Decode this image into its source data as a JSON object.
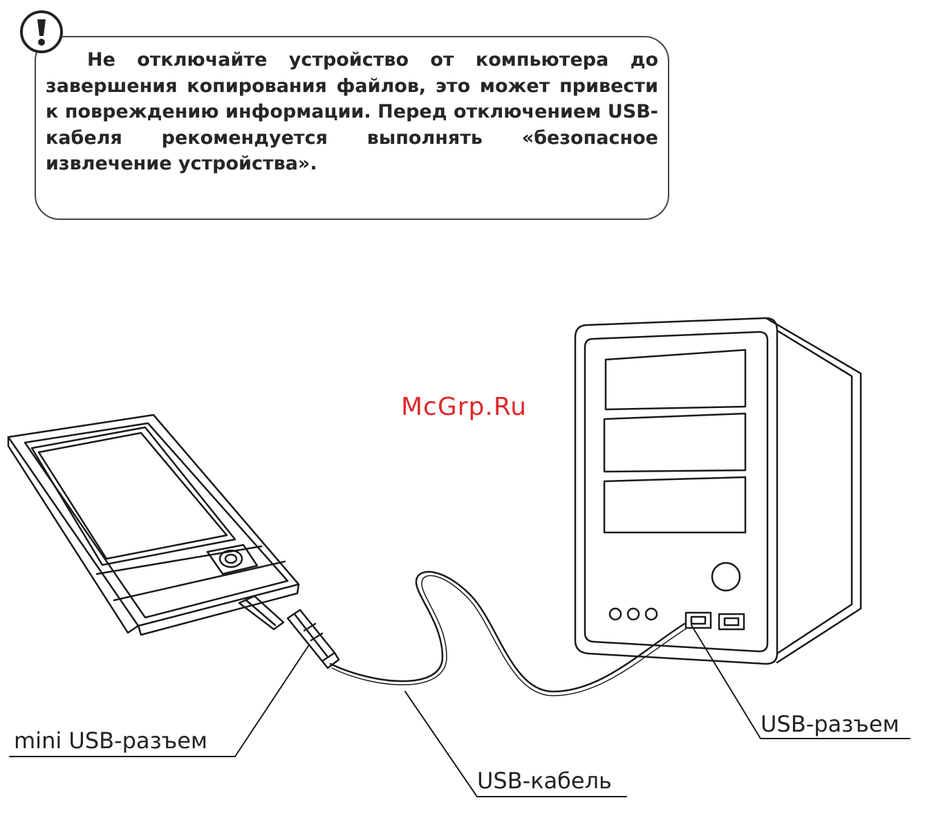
{
  "warning": {
    "icon": "exclamation-icon",
    "text": "Не отключайте устройство от компьютера до завершения копирования файлов, это может привести к повреждению информации. Перед отключением USB-кабеля рекомендуется выполнять «безопасное извлечение устройства»."
  },
  "watermark": "McGrp.Ru",
  "labels": {
    "mini_usb": "mini USB-разъем",
    "usb_cable": "USB-кабель",
    "usb_port": "USB-разъем"
  },
  "colors": {
    "watermark": "#e02828",
    "line": "#1a1a1a"
  }
}
